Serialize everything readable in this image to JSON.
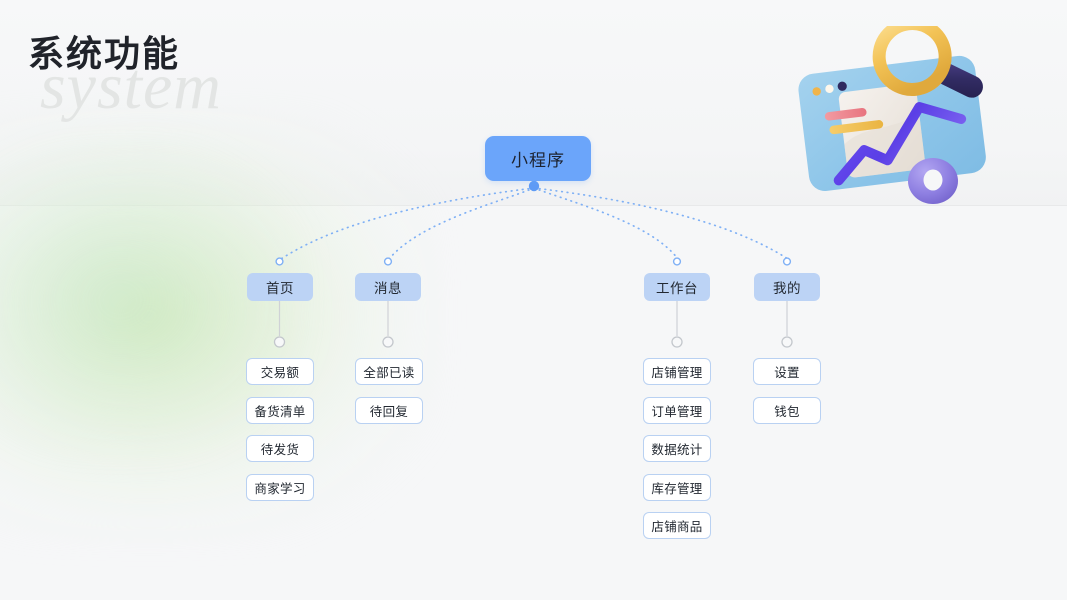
{
  "page": {
    "title_cn": "系统功能",
    "title_ghost": "system",
    "background_color": "#f5f6f7",
    "accent_color": "#6ba5fa",
    "node_l2_color": "#bcd3f5",
    "leaf_border_color": "#b9d1f2",
    "glow_color": "#cee8aa"
  },
  "diagram": {
    "type": "tree",
    "root": {
      "label": "小程序"
    },
    "branches": [
      {
        "label": "首页",
        "children": [
          {
            "label": "交易额"
          },
          {
            "label": "备货清单"
          },
          {
            "label": "待发货"
          },
          {
            "label": "商家学习"
          }
        ]
      },
      {
        "label": "消息",
        "children": [
          {
            "label": "全部已读"
          },
          {
            "label": "待回复"
          }
        ]
      },
      {
        "label": "工作台",
        "children": [
          {
            "label": "店铺管理"
          },
          {
            "label": "订单管理"
          },
          {
            "label": "数据统计"
          },
          {
            "label": "库存管理"
          },
          {
            "label": "店铺商品"
          }
        ]
      },
      {
        "label": "我的",
        "children": [
          {
            "label": "设置"
          },
          {
            "label": "钱包"
          }
        ]
      }
    ]
  },
  "illustration": {
    "name": "data-analytics-3d-illustration",
    "parts": [
      "browser-window",
      "document-card",
      "pink-bar",
      "yellow-bar",
      "purple-line-chart",
      "magnifier-glass",
      "purple-torus-ring",
      "window-dot-orange",
      "window-dot-white",
      "window-dot-navy"
    ],
    "colors": {
      "window": "#8cc3e8",
      "magnifier_ring": "#f3c356",
      "magnifier_handle": "#2f2a5f",
      "chart_line": "#5b42e8",
      "torus": "#8b7fe0",
      "pink_bar": "#ef8b93",
      "yellow_bar": "#f0c04f"
    }
  }
}
